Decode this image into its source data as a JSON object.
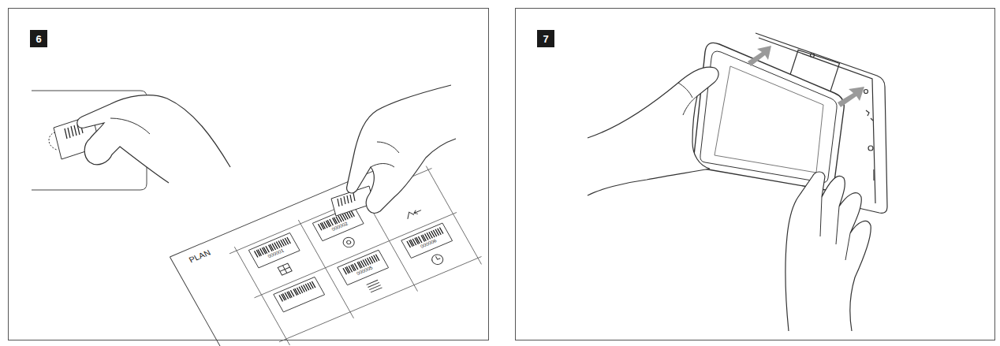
{
  "diagram": {
    "nodes": [
      {
        "text": [
          "6"
        ]
      },
      {
        "text": [
          "7"
        ]
      }
    ],
    "labels": [
      "PLAN",
      "000001",
      "000002",
      "000005",
      "000006"
    ]
  }
}
